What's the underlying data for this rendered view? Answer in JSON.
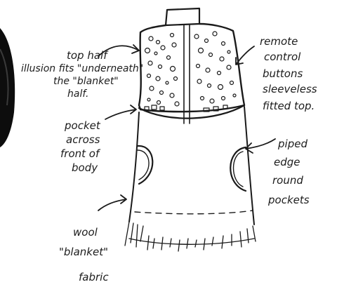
{
  "annotations": {
    "top_half": [
      "top half",
      "illusion fits \"underneath\"",
      "the \"blanket\"",
      "half."
    ],
    "pocket": [
      "pocket",
      "across",
      "front of",
      "body"
    ],
    "remote": [
      "remote",
      "control",
      "buttons",
      "sleeveless",
      "fitted top."
    ],
    "piped": [
      "piped",
      "edge",
      "round",
      "pockets"
    ],
    "wool": [
      "wool",
      "\"blanket\"",
      "fabric"
    ]
  },
  "colors": {
    "ink": "#1a1a1a",
    "paper": "#ffffff",
    "photo_edge": "#0d0d0d"
  }
}
